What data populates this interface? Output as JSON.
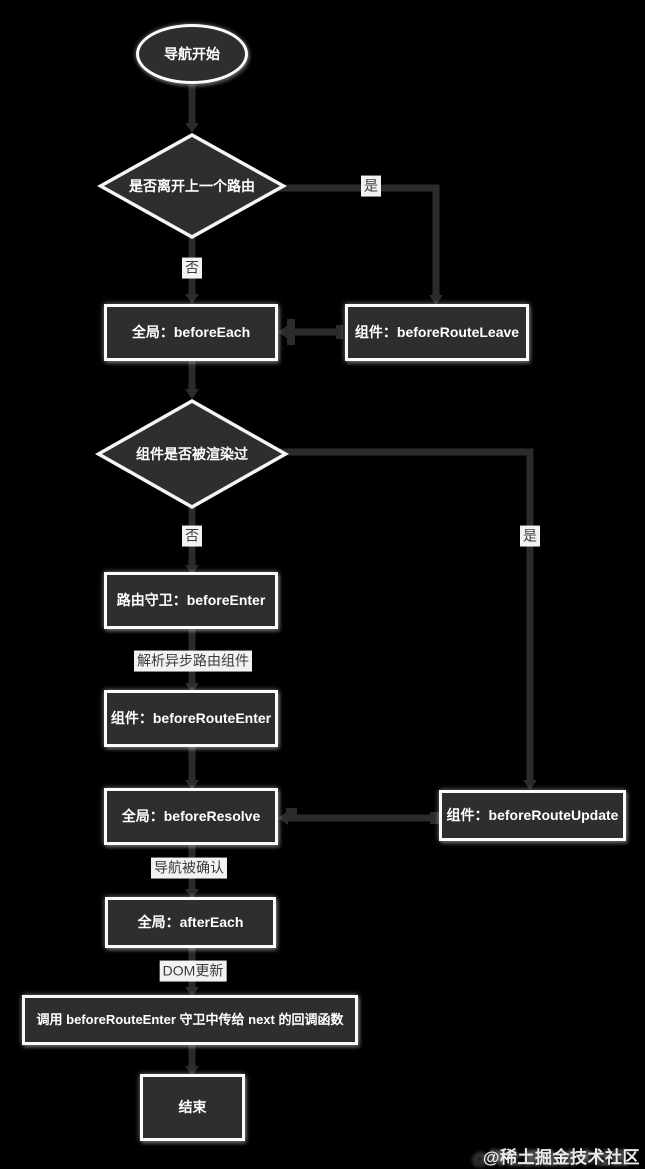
{
  "nodes": {
    "start": "导航开始",
    "leave_check": "是否离开上一个路由",
    "before_each": "全局：beforeEach",
    "before_route_leave": "组件：beforeRouteLeave",
    "rendered_check": "组件是否被渲染过",
    "before_enter": "路由守卫：beforeEnter",
    "before_route_enter": "组件：beforeRouteEnter",
    "before_resolve": "全局：beforeResolve",
    "before_route_update": "组件：beforeRouteUpdate",
    "after_each": "全局：afterEach",
    "next_callback": "调用 beforeRouteEnter 守卫中传给 next 的回调函数",
    "end": "结束"
  },
  "edge_labels": {
    "leave_yes": "是",
    "leave_no": "否",
    "rendered_no": "否",
    "rendered_yes": "是",
    "resolve_async": "解析异步路由组件",
    "nav_confirmed": "导航被确认",
    "dom_update": "DOM更新"
  },
  "watermark": "@稀土掘金技术社区",
  "colors": {
    "background": "#000000",
    "node_fill": "#2e2e2e",
    "node_border": "#fbfbfb",
    "node_text": "#ffffff",
    "connector": "#2b2b2b",
    "edge_label_bg": "#f2f2f2",
    "edge_label_text": "#3b3b3b"
  }
}
